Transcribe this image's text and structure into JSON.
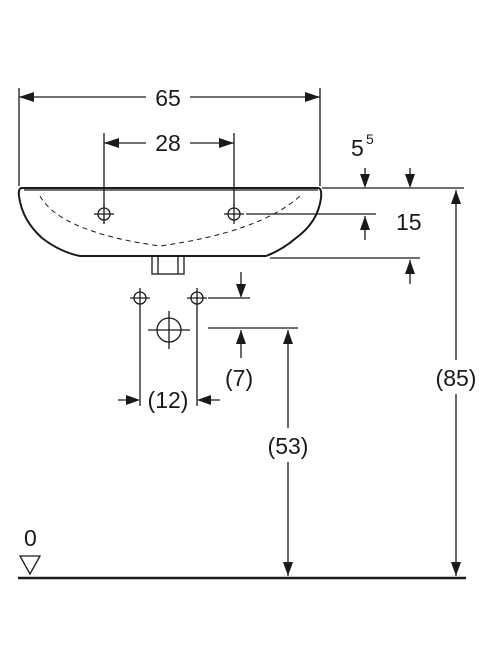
{
  "dimensions": {
    "overall_width": "65",
    "tap_hole_spacing": "28",
    "rim_to_tap_holes_base": "5",
    "rim_to_tap_holes_sup": "5",
    "tap_holes_to_bottom": "15",
    "bracket_offset": "(7)",
    "bracket_spacing": "(12)",
    "bracket_height": "(53)",
    "rim_height": "(85)",
    "floor_level": "0"
  },
  "colors": {
    "line": "#1a1a1a",
    "background": "#ffffff"
  }
}
